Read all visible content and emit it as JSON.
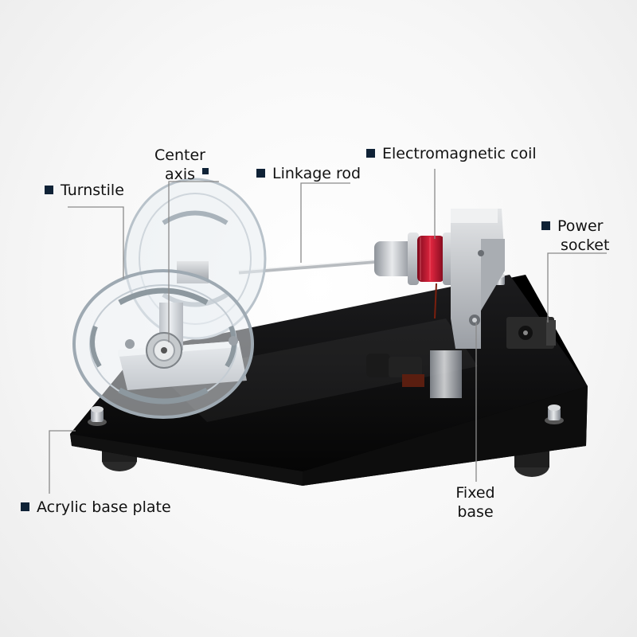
{
  "labels": {
    "center_axis_line1": "Center",
    "center_axis_line2": "axis",
    "turnstile": "Turnstile",
    "linkage_rod": "Linkage rod",
    "electromagnetic_coil": "Electromagnetic coil",
    "power_socket_line1": "Power",
    "power_socket_line2": "socket",
    "acrylic_base_plate": "Acrylic base plate",
    "fixed_base_line1": "Fixed",
    "fixed_base_line2": "base"
  },
  "colors": {
    "marker": "#0f2236",
    "leader_line": "#8a8a8a",
    "base_plate": "#0b0b0b",
    "coil": "#c8102e"
  }
}
